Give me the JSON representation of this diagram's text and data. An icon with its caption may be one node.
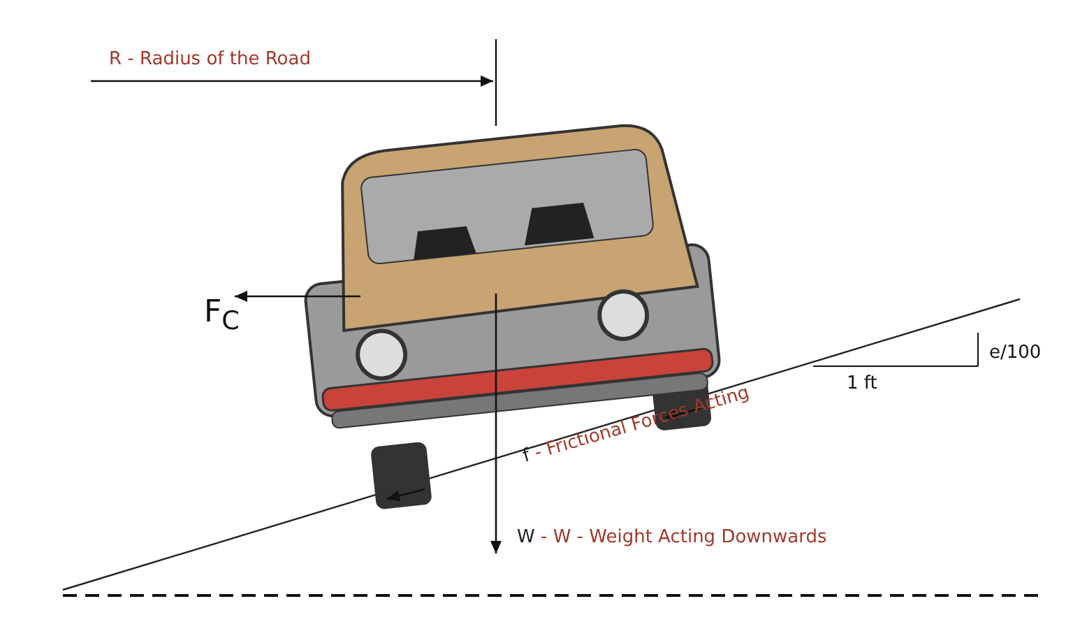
{
  "diagram": {
    "labels": [
      "R - Radius of the Road",
      "F$_{C}$",
      "e/100",
      "1 ft",
      "f - Frictional Forces Acting",
      "W - W - Weight Acting Downwards"
    ]
  }
}
